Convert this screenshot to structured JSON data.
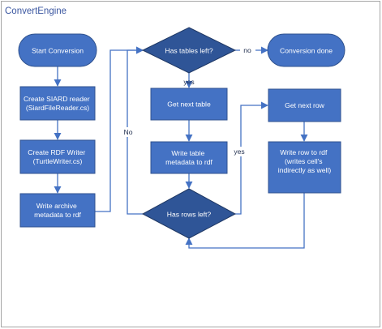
{
  "container": {
    "title": "ConvertEngine"
  },
  "nodes": {
    "start": {
      "lines": [
        "Start Conversion"
      ]
    },
    "siard_reader": {
      "lines": [
        "Create SIARD reader",
        "(SiardFileReader.cs)"
      ]
    },
    "rdf_writer": {
      "lines": [
        "Create RDF Writer",
        "(TurtleWriter.cs)"
      ]
    },
    "archive_metadata": {
      "lines": [
        "Write archive",
        "metadata to rdf"
      ]
    },
    "has_tables": {
      "lines": [
        "Has tables left?"
      ]
    },
    "done": {
      "lines": [
        "Conversion done"
      ]
    },
    "next_table": {
      "lines": [
        "Get next table"
      ]
    },
    "table_metadata": {
      "lines": [
        "Write table",
        "metadata to rdf"
      ]
    },
    "has_rows": {
      "lines": [
        "Has rows left?"
      ]
    },
    "next_row": {
      "lines": [
        "Get next row"
      ]
    },
    "write_row": {
      "lines": [
        "Write row to rdf",
        "(writes cell's",
        "indirectly as well)"
      ]
    }
  },
  "edge_labels": {
    "tables_no": "no",
    "tables_yes": "yes",
    "rows_no": "No",
    "rows_yes": "yes"
  },
  "colors": {
    "box_fill": "#4472c4",
    "diamond_fill": "#2f5597",
    "connector": "#4472c4",
    "frame": "#a6a6a6",
    "title": "#3a56a0"
  }
}
